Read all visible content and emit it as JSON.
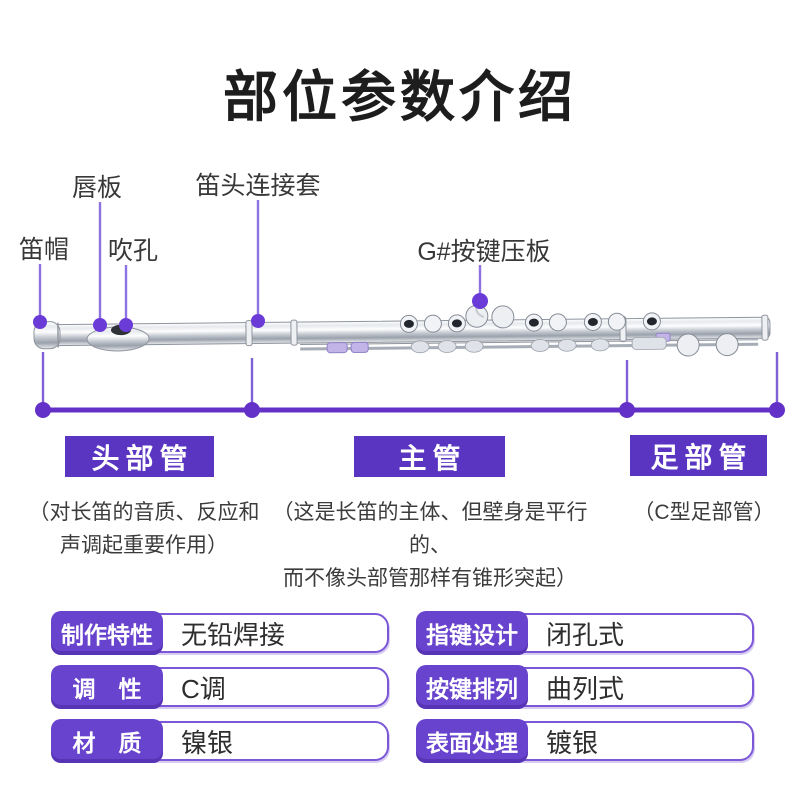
{
  "title": "部位参数介绍",
  "colors": {
    "accent_button": "#5935C1",
    "accent_pill": "#6843CD",
    "bracket_line": "#6331C8",
    "leader_line": "#8D72E2",
    "leader_dot": "#6A3BD6",
    "text_title": "#1D1D1D",
    "text_body": "#3C3C3C"
  },
  "part_labels": [
    {
      "id": "crown",
      "label": "笛帽"
    },
    {
      "id": "lip-plate",
      "label": "唇板"
    },
    {
      "id": "embouchure-hole",
      "label": "吹孔"
    },
    {
      "id": "headjoint-connector",
      "label": "笛头连接套"
    },
    {
      "id": "gsharp-key",
      "label": "G#按键压板"
    }
  ],
  "sections": [
    {
      "label": "头部管",
      "description": "（对长笛的音质、反应和\n声调起重要作用）"
    },
    {
      "label": "主管",
      "description": "（这是长笛的主体、但壁身是平行的、\n而不像头部管那样有锥形突起）"
    },
    {
      "label": "足部管",
      "description": "（C型足部管）"
    }
  ],
  "specs": [
    {
      "label": "制作特性",
      "value": "无铅焊接"
    },
    {
      "label": "调　性",
      "value": "C调"
    },
    {
      "label": "材　质",
      "value": "镍银"
    },
    {
      "label": "指键设计",
      "value": "闭孔式"
    },
    {
      "label": "按键排列",
      "value": "曲列式"
    },
    {
      "label": "表面处理",
      "value": "镀银"
    }
  ]
}
